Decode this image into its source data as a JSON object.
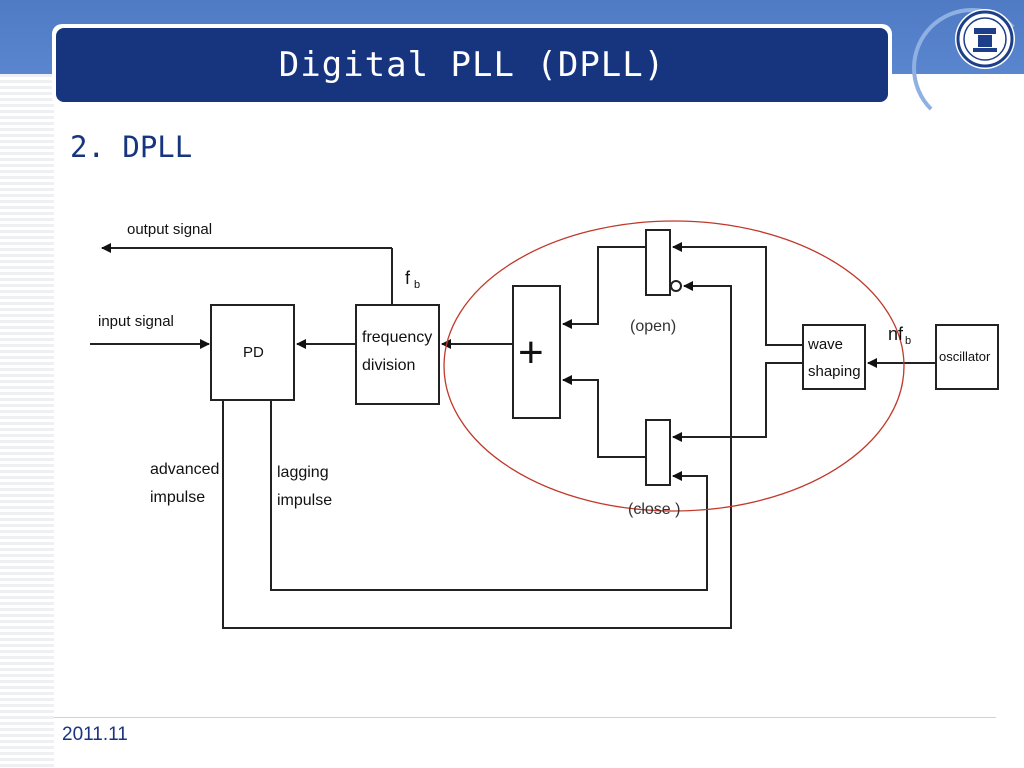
{
  "slide": {
    "title": "Digital PLL (DPLL)",
    "section_heading": "2. DPLL",
    "footer_date": "2011.11"
  },
  "diagram": {
    "labels": {
      "output_signal": "output signal",
      "input_signal": "input signal",
      "pd": "PD",
      "freq_line1": "frequency",
      "freq_line2": "division",
      "fb": "f",
      "fb_sub": "b",
      "nfb": "nf",
      "nfb_sub": "b",
      "wave_line1": "wave",
      "wave_line2": "shaping",
      "oscillator": "oscillator",
      "open": "(open)",
      "close": "(close )",
      "plus": "+",
      "advanced_line1": "advanced",
      "advanced_line2": "impulse",
      "lagging_line1": "lagging",
      "lagging_line2": "impulse"
    }
  },
  "colors": {
    "accent": "#17357f",
    "band": "#4f7ac4",
    "ellipse": "#c0392b"
  },
  "icons": {
    "logo": "university-seal-icon"
  }
}
